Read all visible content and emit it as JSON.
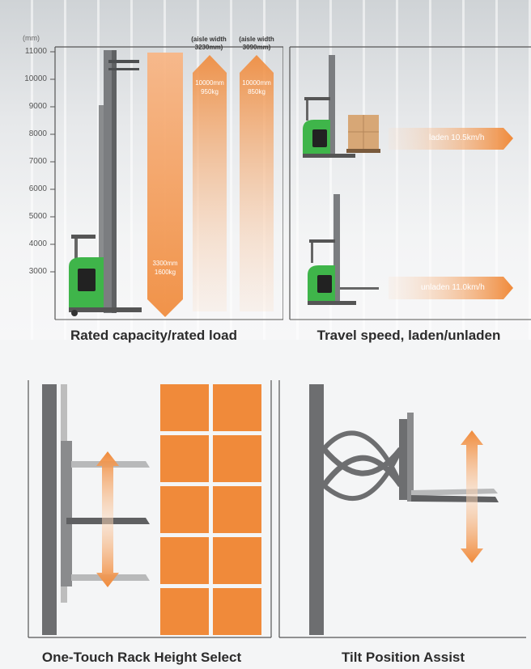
{
  "capacity_panel": {
    "unit": "(mm)",
    "ticks": [
      "11000",
      "10000",
      "9000",
      "8000",
      "7000",
      "6000",
      "5000",
      "4000",
      "3000"
    ],
    "aisle_1": {
      "line1": "(aisle width",
      "line2": "3230mm)"
    },
    "aisle_2": {
      "line1": "(aisle width",
      "line2": "3090mm)"
    },
    "arrow_low": {
      "line1": "3300mm",
      "line2": "1600kg"
    },
    "arrow_mid": {
      "line1": "10000mm",
      "line2": "950kg"
    },
    "arrow_high": {
      "line1": "10000mm",
      "line2": "850kg"
    },
    "caption": "Rated capacity/rated load"
  },
  "speed_panel": {
    "laden": "laden 10.5km/h",
    "unladen": "unladen 11.0km/h",
    "caption": "Travel speed, laden/unladen"
  },
  "rack_panel": {
    "caption": "One-Touch Rack Height Select"
  },
  "tilt_panel": {
    "caption": "Tilt Position Assist"
  },
  "colors": {
    "orange": "#f08a3a",
    "green": "#3fb54a",
    "grey": "#6d6e70"
  }
}
